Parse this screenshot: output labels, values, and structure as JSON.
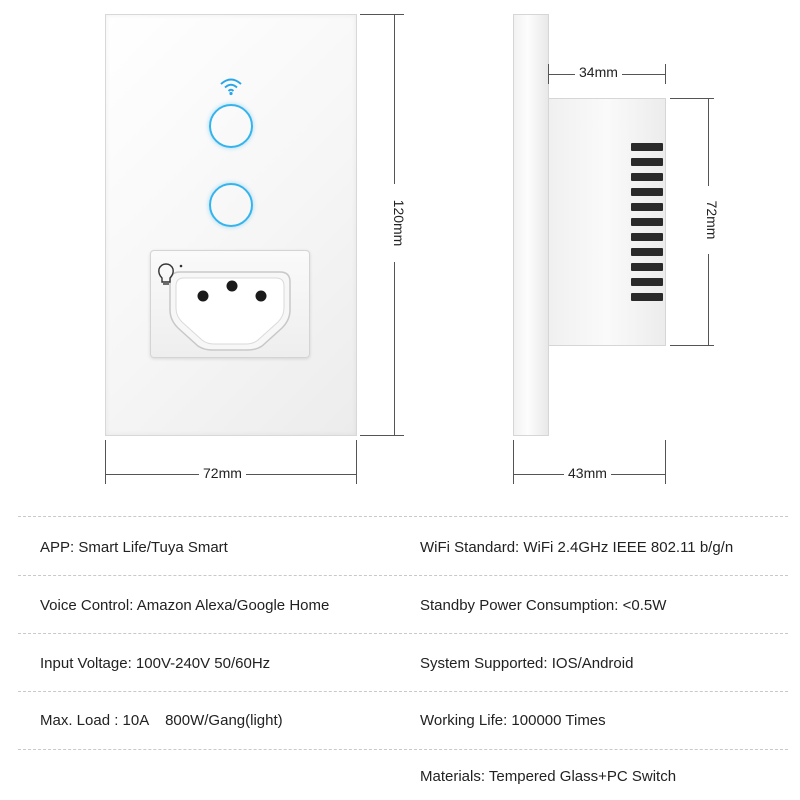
{
  "dimensions": {
    "front_width": "72mm",
    "front_height": "120mm",
    "side_depth": "34mm",
    "side_height": "72mm",
    "side_total_depth": "43mm"
  },
  "icons": {
    "wifi": "wifi-icon",
    "touch_buttons": [
      "touch-button-1",
      "touch-button-2"
    ],
    "socket": "brazil-socket-icon",
    "indicator": "bulb-indicator-icon"
  },
  "colors": {
    "touch_ring": "#34b4ec",
    "wifi": "#2aa6e8",
    "vent": "#2a2a2a"
  },
  "specs": {
    "left": [
      "APP: Smart Life/Tuya Smart",
      "Voice Control: Amazon Alexa/Google Home",
      "Input Voltage: 100V-240V 50/60Hz",
      "Max. Load : 10A    800W/Gang(light)"
    ],
    "right": [
      "WiFi Standard: WiFi 2.4GHz IEEE 802.11 b/g/n",
      "Standby Power Consumption: <0.5W",
      "System Supported: IOS/Android",
      "Working Life: 100000 Times",
      "Materials: Tempered Glass+PC Switch"
    ]
  }
}
